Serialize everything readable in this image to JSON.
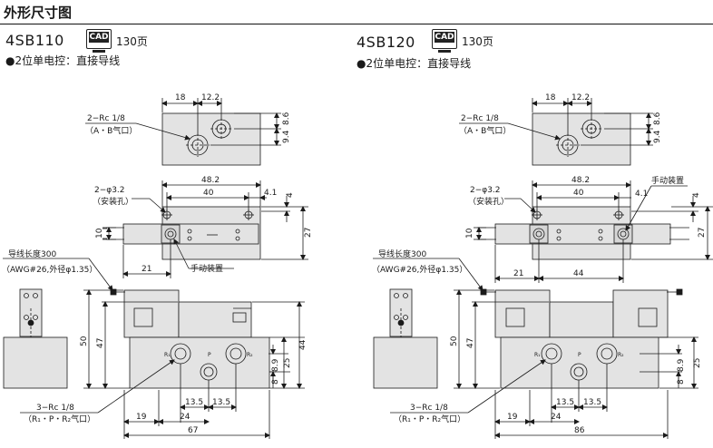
{
  "header": {
    "title": "外形尺寸图"
  },
  "panels": [
    {
      "model": "4SB110",
      "cad_label": "CAD",
      "page_ref": "130页",
      "subtitle": "●2位单电控：直接导线",
      "top": {
        "port_label": "2−Rc 1/8",
        "port_sub": "（A・B气口）",
        "dim_18": "18",
        "dim_12_2": "12.2",
        "dim_8_6": "8.6",
        "dim_9_4": "9.4"
      },
      "mid": {
        "hole_label": "2−φ3.2",
        "hole_sub": "（安装孔）",
        "dim_48_2": "48.2",
        "dim_40": "40",
        "dim_4_1": "4.1",
        "dim_4": "4",
        "dim_10": "10",
        "dim_27": "27",
        "dim_21": "21",
        "manual": "手动装置"
      },
      "lead": {
        "label": "导线长度300",
        "sub": "（AWG#26,外径φ1.35）"
      },
      "bottom": {
        "dim_50": "50",
        "dim_47": "47",
        "dim_44": "44",
        "dim_25": "25",
        "dim_8_9": "8.9",
        "dim_8": "8",
        "dim_13_5a": "13.5",
        "dim_13_5b": "13.5",
        "dim_19": "19",
        "dim_24": "24",
        "dim_total": "67",
        "port_label": "3−Rc 1/8",
        "port_sub": "（R₁・P・R₂气口）",
        "r1": "R₁",
        "p": "P",
        "r2": "R₂"
      }
    },
    {
      "model": "4SB120",
      "cad_label": "CAD",
      "page_ref": "130页",
      "subtitle": "●2位单电控：直接导线",
      "top": {
        "port_label": "2−Rc 1/8",
        "port_sub": "（A・B气口）",
        "dim_18": "18",
        "dim_12_2": "12.2",
        "dim_8_6": "8.6",
        "dim_9_4": "9.4"
      },
      "mid": {
        "hole_label": "2−φ3.2",
        "hole_sub": "（安装孔）",
        "dim_48_2": "48.2",
        "dim_40": "40",
        "dim_4_1": "4.1",
        "dim_4": "4",
        "dim_10": "10",
        "dim_27": "27",
        "dim_21": "21",
        "dim_44": "44",
        "manual": "手动装置"
      },
      "lead": {
        "label": "导线长度300",
        "sub": "（AWG#26,外径φ1.35）"
      },
      "bottom": {
        "dim_50": "50",
        "dim_47": "47",
        "dim_25": "25",
        "dim_8_9": "8.9",
        "dim_8": "8",
        "dim_13_5a": "13.5",
        "dim_13_5b": "13.5",
        "dim_19": "19",
        "dim_24": "24",
        "dim_total": "86",
        "port_label": "3−Rc 1/8",
        "port_sub": "（R₁・P・R₂气口）",
        "r1": "R₁",
        "p": "P",
        "r2": "R₂"
      }
    }
  ],
  "colors": {
    "body_fill": "#e3e3e3",
    "line": "#1a1a1a",
    "header_rule": "#111111"
  }
}
